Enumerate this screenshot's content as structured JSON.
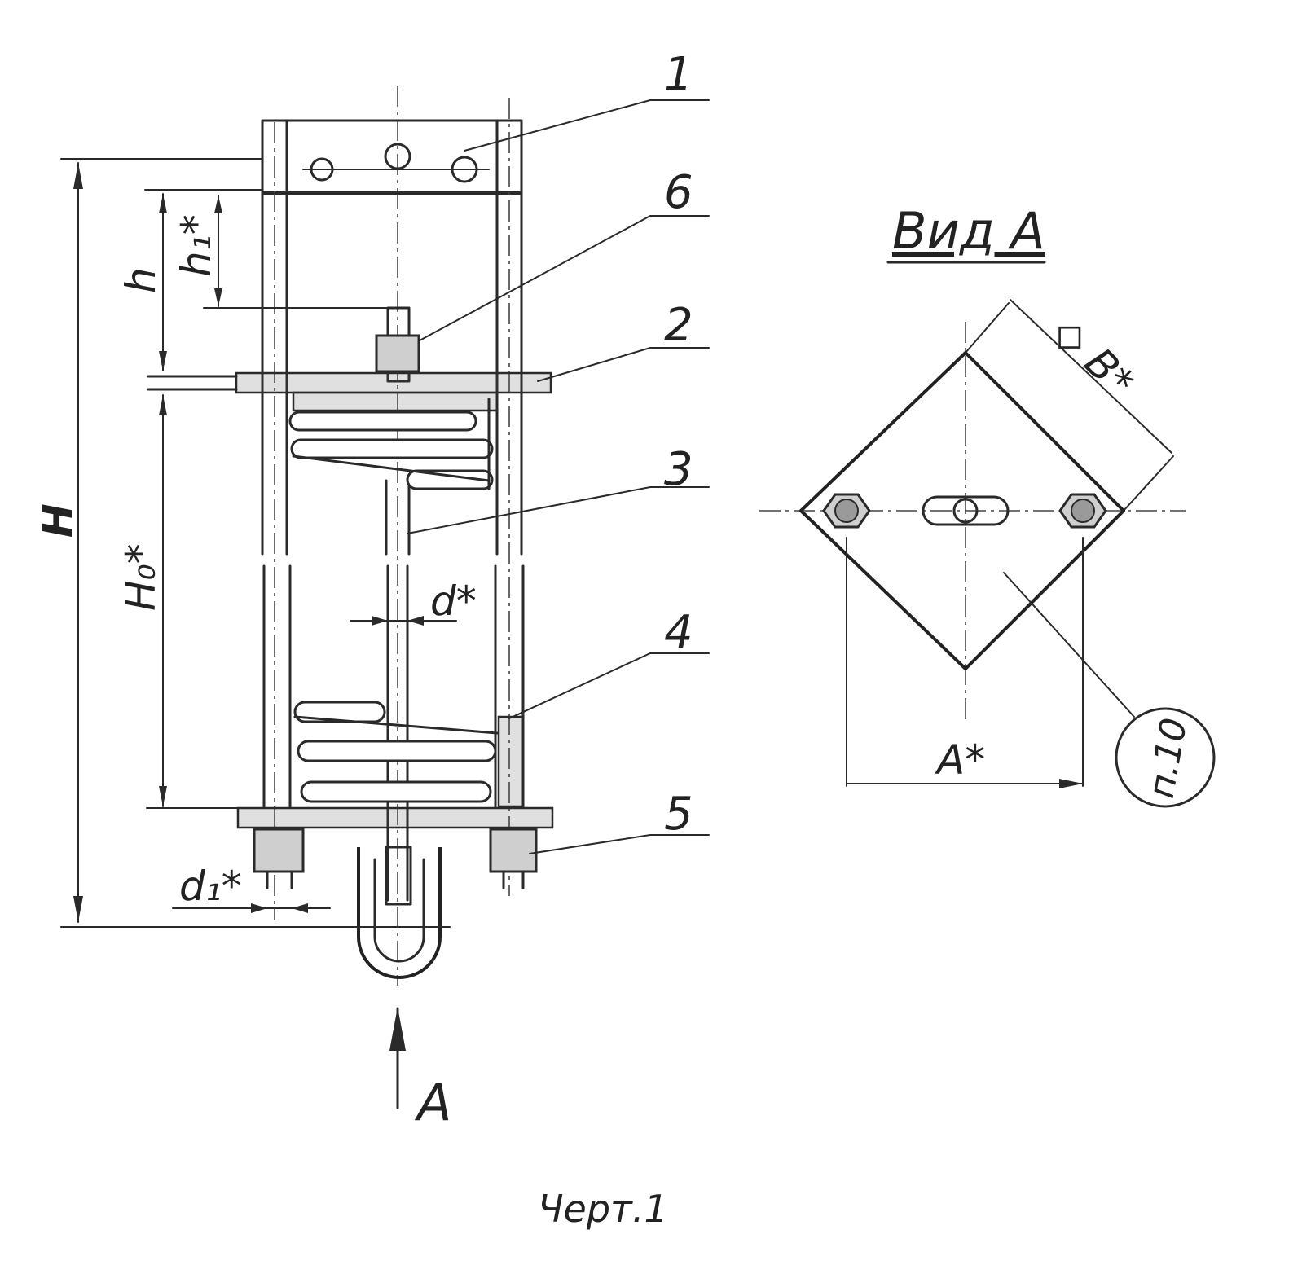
{
  "callouts": [
    "1",
    "6",
    "2",
    "3",
    "4",
    "5"
  ],
  "dimensions": {
    "H": "H",
    "h": "h",
    "h1": "h₁*",
    "H0": "H₀*",
    "d": "d*",
    "d1": "d₁*",
    "A": "A*",
    "B": "◇ B*"
  },
  "view_arrow_label": "A",
  "view_title": "Вид А",
  "note_circle": "п.10",
  "caption": "Черт.1"
}
